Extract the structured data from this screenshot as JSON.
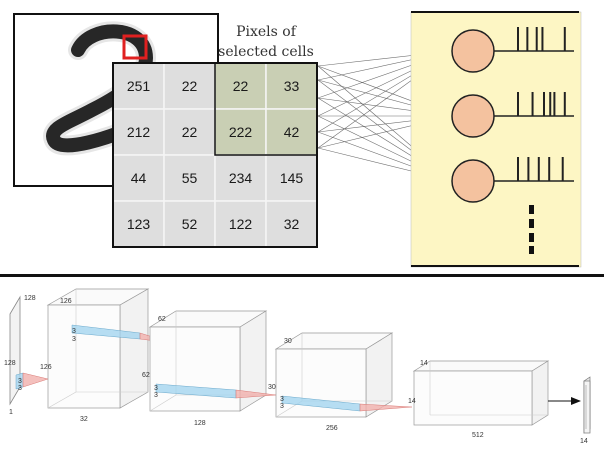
{
  "top": {
    "caption_line1": "Pixels of",
    "caption_line2": "selected cells",
    "grid": [
      [
        "251",
        "22",
        "22",
        "33"
      ],
      [
        "212",
        "22",
        "222",
        "42"
      ],
      [
        "44",
        "55",
        "234",
        "145"
      ],
      [
        "123",
        "52",
        "122",
        "32"
      ]
    ],
    "selected_cells": [
      [
        0,
        2
      ],
      [
        0,
        3
      ],
      [
        1,
        2
      ],
      [
        1,
        3
      ]
    ],
    "neuron_count_visible": 3,
    "neuron_color": "#f4c29f",
    "neuron_panel_color": "#fdf6c4",
    "selected_color": "#c9cfb4",
    "highlight_color": "#e02020",
    "spike_trains": [
      [
        0.0,
        0.18,
        0.36,
        0.47,
        0.9
      ],
      [
        0.0,
        0.28,
        0.5,
        0.62,
        0.7,
        0.9
      ],
      [
        0.0,
        0.2,
        0.4,
        0.6,
        0.86
      ]
    ]
  },
  "bottom": {
    "labels": {
      "input_height": "128",
      "input_width": "128",
      "input_channels": "1",
      "conv1_kernel_a": "3",
      "conv1_kernel_b": "3",
      "conv1_kernel_c": "3",
      "conv1_kernel_d": "3",
      "block1_top": "126",
      "block1_side": "126",
      "block1_channels": "32",
      "block2_top": "62",
      "block2_side": "62",
      "block2_kernel_a": "3",
      "block2_kernel_b": "3",
      "block2_kernel_c": "3",
      "block2_kernel_d": "3",
      "block2_channels": "128",
      "block3_top": "30",
      "block3_side": "30",
      "block3_kernel_a": "3",
      "block3_kernel_b": "3",
      "block3_channels": "256",
      "block4_top": "14",
      "block4_side": "14",
      "block4_channels": "512",
      "output_size": "14"
    },
    "kernel_color": "#9fd3ef",
    "pyramid_color": "#f1b0ad"
  }
}
